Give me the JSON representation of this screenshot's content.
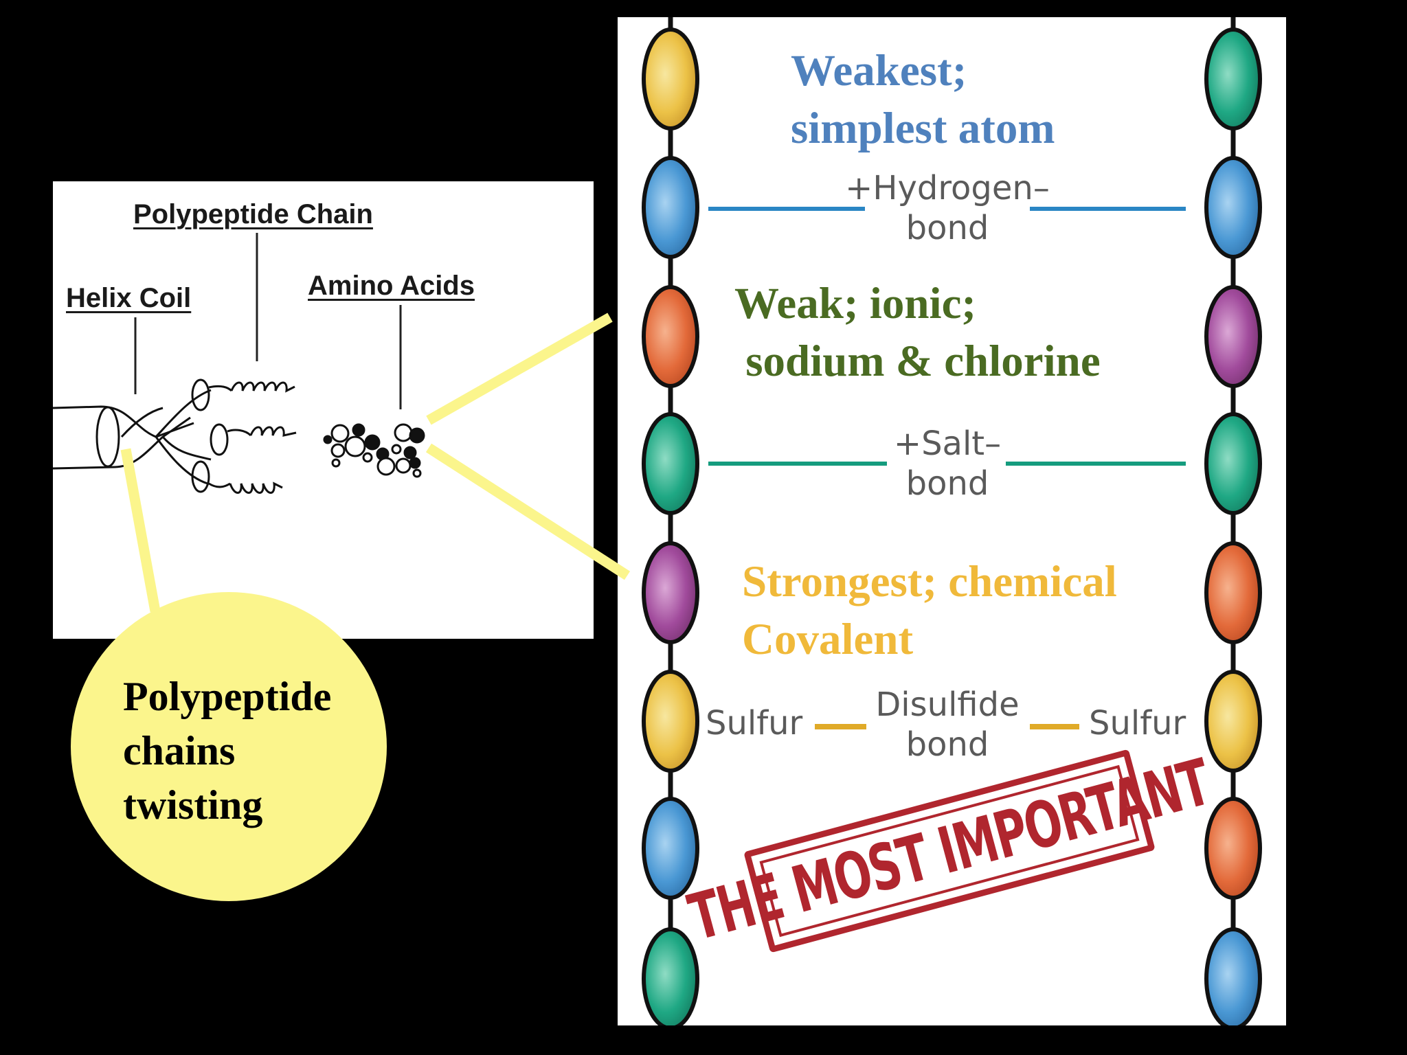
{
  "left_diagram": {
    "label_polypeptide_chain": "Polypeptide Chain",
    "label_helix_coil": "Helix Coil",
    "label_amino_acids": "Amino Acids"
  },
  "callout": {
    "lines": [
      "Polypeptide",
      "chains",
      "twisting"
    ]
  },
  "right_panel": {
    "hydrogen_desc": [
      "Weakest;",
      "simplest atom"
    ],
    "hydrogen_bond": [
      "+Hydrogen–",
      "bond"
    ],
    "ionic_desc": [
      "Weak; ionic;",
      " sodium & chlorine"
    ],
    "salt_bond": [
      "+Salt–",
      "bond"
    ],
    "covalent_desc": [
      "Strongest; chemical",
      "Covalent"
    ],
    "disulfide_left": "Sulfur",
    "disulfide_bond": [
      "Disulfide",
      "bond"
    ],
    "disulfide_right": "Sulfur",
    "stamp": "THE MOST IMPORTANT"
  },
  "colors": {
    "hydrogen_text": "#4f81bd",
    "ionic_text": "#4a6b22",
    "covalent_text": "#f0b93a",
    "hydrogen_line": "#2a86c4",
    "salt_line": "#159c7e",
    "disulfide_line": "#e0aa28",
    "callout_fill": "#fbf58c",
    "stamp": "#b0262e"
  },
  "beads": {
    "left_chain": [
      "yellow",
      "blue",
      "orange",
      "green",
      "purple",
      "yellow",
      "blue",
      "green"
    ],
    "right_chain": [
      "green",
      "blue",
      "purple",
      "green",
      "orange",
      "yellow",
      "orange",
      "blue"
    ]
  }
}
